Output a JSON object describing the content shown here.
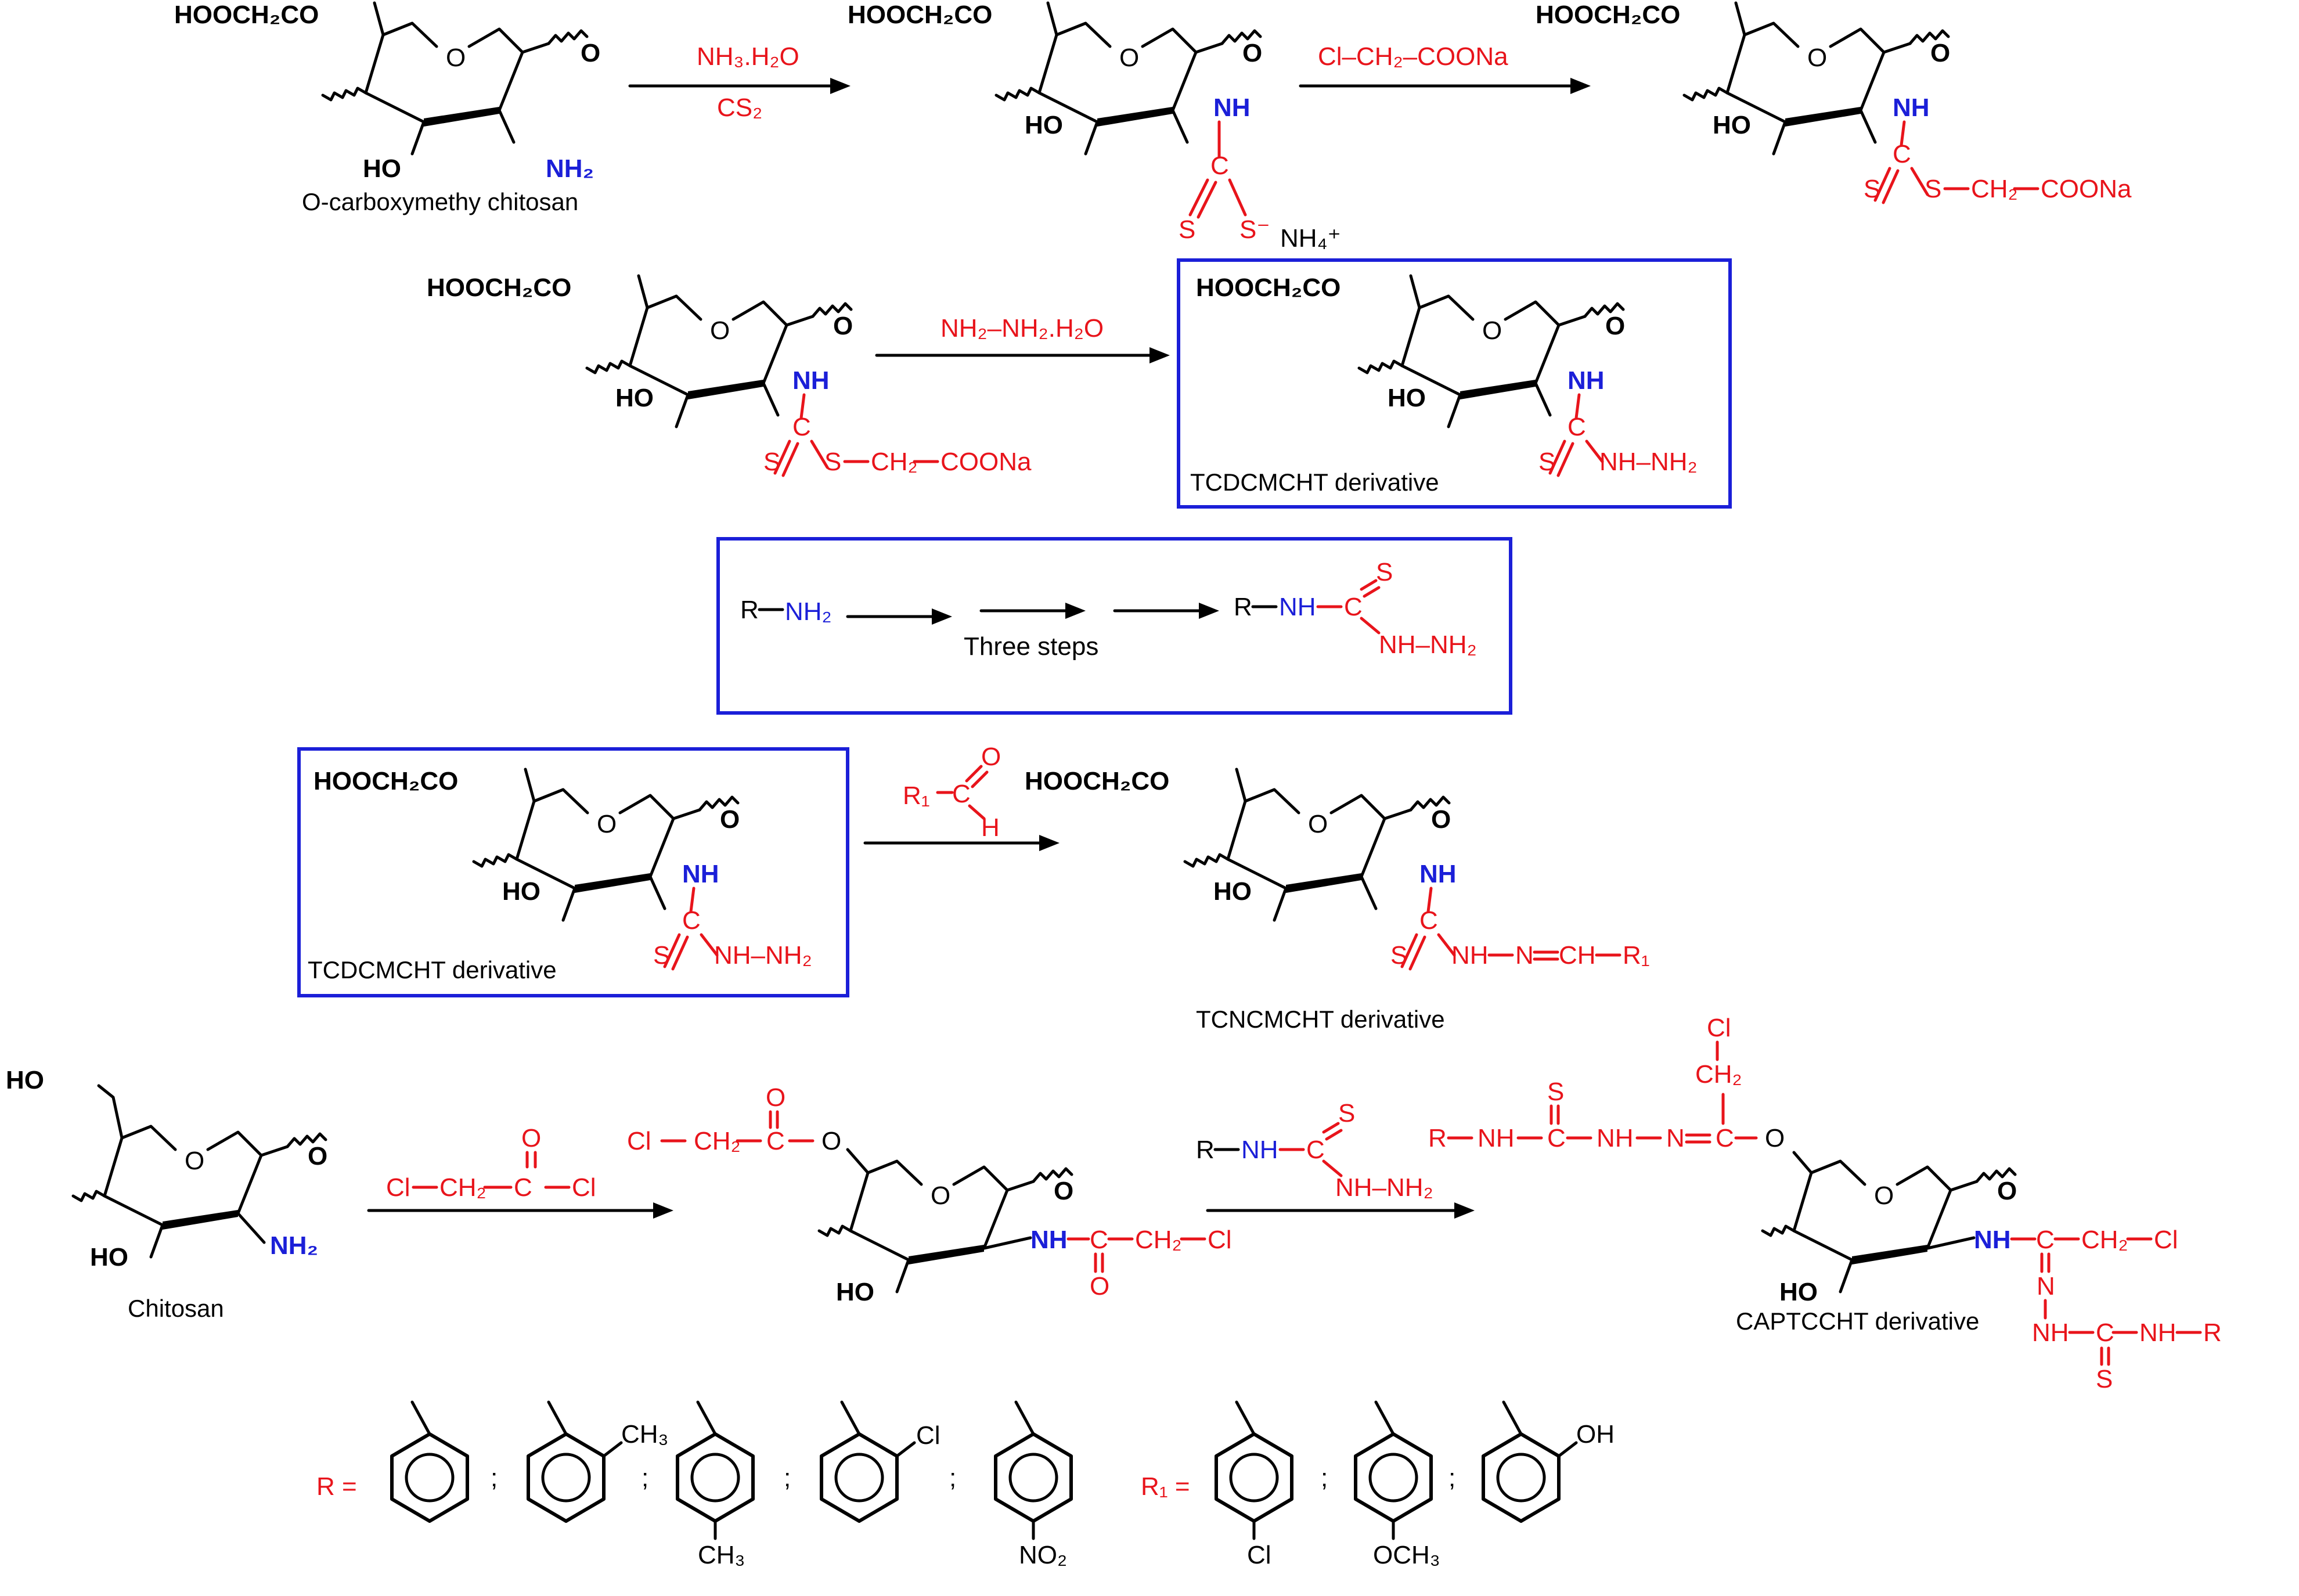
{
  "labels": {
    "hoocch2co": "HOOCH₂CO",
    "o": "O",
    "ho": "HO",
    "nh2": "NH₂",
    "nh": "NH",
    "s": "S",
    "c": "C",
    "oh_top": "HO",
    "cl": "Cl",
    "ch2": "CH₂",
    "coona": "COONa",
    "nh4": "NH₄⁺",
    "s_minus": "S⁻",
    "nh_nh2": "NH–NH₂",
    "r": "R",
    "r1": "R₁",
    "h": "H",
    "n": "N"
  },
  "reagents": {
    "step1_top": "NH₃.H₂O",
    "step1_bottom": "CS₂",
    "step2": "Cl–CH₂–COONa",
    "step3": "NH₂–NH₂.H₂O",
    "three_steps": "Three steps"
  },
  "captions": {
    "ocmc": "O-carboxymethy chitosan",
    "tcdcmcht1": "TCDCMCHT derivative",
    "tcdcmcht2": "TCDCMCHT derivative",
    "tcncmcht": "TCNCMCHT derivative",
    "chitosan": "Chitosan",
    "captccht": "CAPTCCHT derivative"
  },
  "substituents": {
    "r_label": "R =",
    "r1_label": "R₁ =",
    "sep": ";",
    "ch3": "CH₃",
    "cl": "Cl",
    "no2": "NO₂",
    "och3": "OCH₃",
    "oh": "OH"
  },
  "colors": {
    "black": "#000000",
    "red": "#e8141b",
    "blue": "#1b1fd8",
    "box": "#1b1fd8"
  }
}
